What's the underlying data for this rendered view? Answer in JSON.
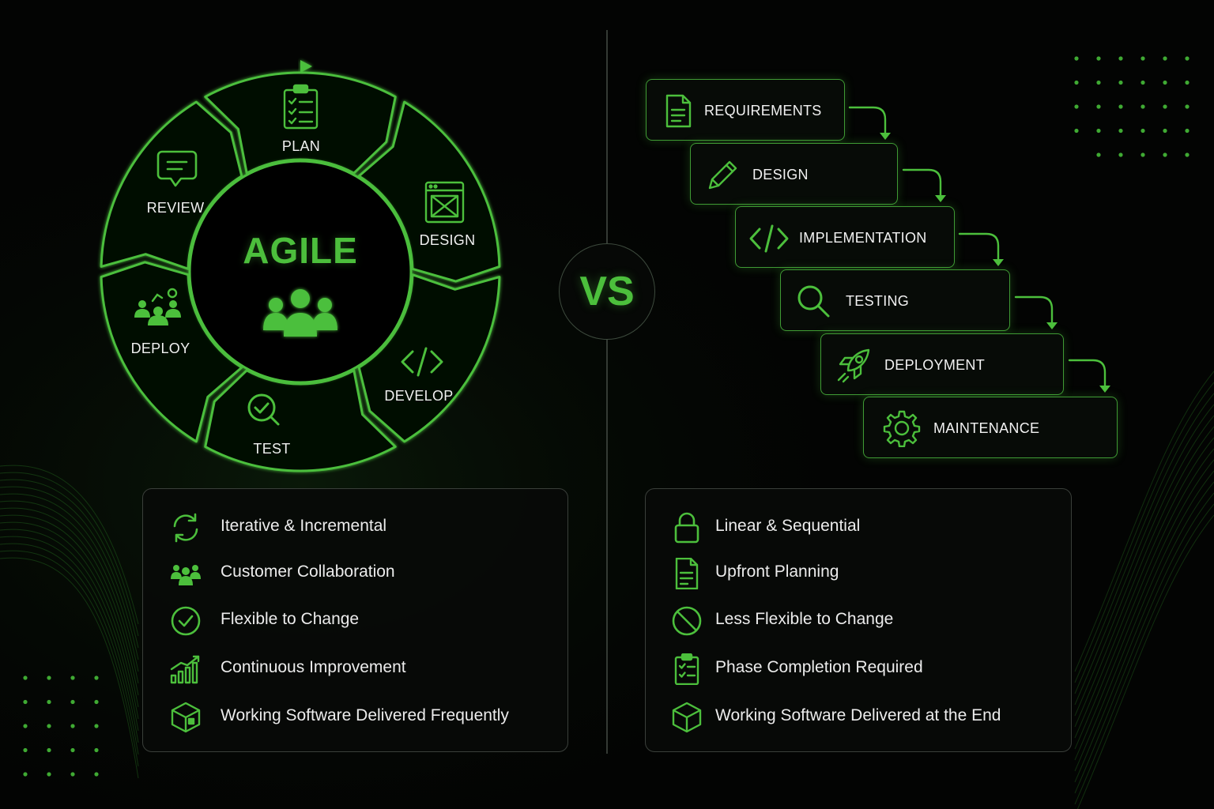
{
  "agile": {
    "title": "AGILE",
    "phases": [
      {
        "label": "PLAN",
        "icon": "clipboard-checklist-icon"
      },
      {
        "label": "DESIGN",
        "icon": "layout-window-icon"
      },
      {
        "label": "DEVELOP",
        "icon": "code-brackets-icon"
      },
      {
        "label": "TEST",
        "icon": "magnifier-check-icon"
      },
      {
        "label": "DEPLOY",
        "icon": "team-gauge-icon"
      },
      {
        "label": "REVIEW",
        "icon": "chat-bubble-icon"
      }
    ],
    "center_icon": "team-people-icon",
    "features": [
      {
        "label": "Iterative & Incremental",
        "icon": "refresh-cycle-icon"
      },
      {
        "label": "Customer Collaboration",
        "icon": "team-people-icon"
      },
      {
        "label": "Flexible to Change",
        "icon": "check-circle-icon"
      },
      {
        "label": "Continuous Improvement",
        "icon": "growth-bars-icon"
      },
      {
        "label": "Working Software Delivered Frequently",
        "icon": "package-box-icon"
      }
    ]
  },
  "vs_label": "VS",
  "waterfall": {
    "steps": [
      {
        "label": "REQUIREMENTS",
        "icon": "document-icon"
      },
      {
        "label": "DESIGN",
        "icon": "pencil-icon"
      },
      {
        "label": "IMPLEMENTATION",
        "icon": "code-brackets-icon"
      },
      {
        "label": "TESTING",
        "icon": "search-icon"
      },
      {
        "label": "DEPLOYMENT",
        "icon": "rocket-icon"
      },
      {
        "label": "MAINTENANCE",
        "icon": "gear-icon"
      }
    ],
    "features": [
      {
        "label": "Linear & Sequential",
        "icon": "lock-icon"
      },
      {
        "label": "Upfront Planning",
        "icon": "document-icon"
      },
      {
        "label": "Less Flexible to Change",
        "icon": "prohibited-icon"
      },
      {
        "label": "Phase Completion Required",
        "icon": "clipboard-checklist-icon"
      },
      {
        "label": "Working Software Delivered at the End",
        "icon": "package-box-icon"
      }
    ]
  },
  "colors": {
    "accent": "#4cbf3c",
    "accent_dim": "#3f9a34",
    "background": "#030403",
    "panel_border": "#3a3f3a"
  }
}
